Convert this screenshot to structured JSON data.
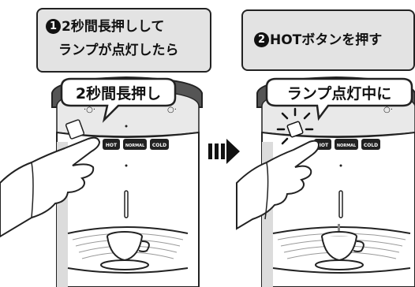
{
  "step1": {
    "number": "1",
    "line1": "2秒間長押しして",
    "line2": "ランプが点灯したら"
  },
  "step2": {
    "number": "2",
    "line1": "HOTボタンを押す"
  },
  "callout_left": "2秒間長押し",
  "callout_right": "ランプ点灯中に",
  "buttons": {
    "hot": "HOT",
    "normal": "NORMAL",
    "cold": "COLD"
  },
  "icons": {
    "arrow": "arrow-right-icon",
    "hand": "pointing-hand-icon",
    "cup": "cup-icon",
    "lamp": "lamp-flash-icon"
  },
  "colors": {
    "box_fill": "#e3e3e3",
    "outline": "#222222",
    "background": "#ffffff"
  }
}
